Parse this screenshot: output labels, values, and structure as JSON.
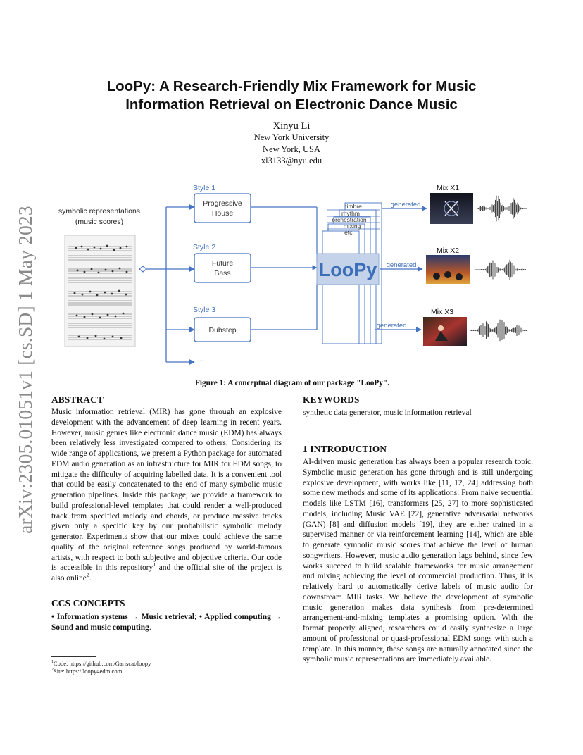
{
  "arxiv_id": "arXiv:2305.01051v1  [cs.SD]  1 May 2023",
  "title_line1": "LooPy: A Research-Friendly Mix Framework for Music",
  "title_line2": "Information Retrieval on Electronic Dance Music",
  "author": {
    "name": "Xinyu Li",
    "affiliation": "New York University",
    "location": "New York, USA",
    "email": "xl3133@nyu.edu"
  },
  "figure": {
    "input_label_line1": "symbolic representations",
    "input_label_line2": "(music scores)",
    "styles": [
      {
        "tag": "Style 1",
        "line1": "Progressive",
        "line2": "House"
      },
      {
        "tag": "Style 2",
        "line1": "Future",
        "line2": "Bass"
      },
      {
        "tag": "Style 3",
        "line1": "Dubstep",
        "line2": ""
      }
    ],
    "ellipsis": "...",
    "attributes": [
      "timbre",
      "rhythm",
      "orchestration",
      "mixing",
      "etc."
    ],
    "center_label": "LooPy",
    "arrow_label": "generated",
    "mixes": [
      "Mix X1",
      "Mix X2",
      "Mix X3"
    ],
    "colors": {
      "accent": "#4472c4",
      "looPy_fill": "#c5d3ea",
      "looPy_text": "#3c6db7"
    }
  },
  "caption": "Figure 1: A conceptual diagram of our package \"LooPy\".",
  "abstract": {
    "heading": "ABSTRACT",
    "text_main": "Music information retrieval (MIR) has gone through an explosive development with the advancement of deep learning in recent years. However, music genres like electronic dance music (EDM) has always been relatively less investigated compared to others. Considering its wide range of applications, we present a Python package for automated EDM audio generation as an infrastructure for MIR for EDM songs, to mitigate the difficulty of acquiring labelled data. It is a convenient tool that could be easily concatenated to the end of many symbolic music generation pipelines. Inside this package, we provide a framework to build professional-level templates that could render a well-produced track from specified melody and chords, or produce massive tracks given only a specific key by our probabilistic symbolic melody generator. Experiments show that our mixes could achieve the same quality of the original reference songs produced by world-famous artists, with respect to both subjective and objective criteria. Our code is accessible in this repository",
    "fn1": "1",
    "text_mid": " and the official site of the project is also online",
    "fn2": "2",
    "text_end": "."
  },
  "ccs": {
    "heading": "CCS CONCEPTS",
    "c1": "• Information systems → Music retrieval",
    "sep": "; ",
    "c2": "• Applied computing → Sound and music computing",
    "end": "."
  },
  "footnotes": {
    "n1": "1",
    "t1": "Code: https://github.com/Gariscat/loopy",
    "n2": "2",
    "t2": "Site: https://loopy4edm.com"
  },
  "keywords": {
    "heading": "KEYWORDS",
    "text": "synthetic data generator, music information retrieval"
  },
  "introduction": {
    "heading": "1   INTRODUCTION",
    "text": "AI-driven music generation has always been a popular research topic. Symbolic music generation has gone through and is still undergoing explosive development, with works like [11, 12, 24] addressing both some new methods and some of its applications. From naive sequential models like LSTM [16], transformers [25, 27] to more sophisticated models, including Music VAE [22], generative adversarial networks (GAN) [8] and diffusion models [19], they are either trained in a supervised manner or via reinforcement learning [14], which are able to generate symbolic music scores that achieve the level of human songwriters. However, music audio generation lags behind, since few works succeed to build scalable frameworks for music arrangement and mixing achieving the level of commercial production. Thus, it is relatively hard to automatically derive labels of music audio for downstream MIR tasks. We believe the development of symbolic music generation makes data synthesis from pre-determined arrangement-and-mixing templates a promising option. With the format properly aligned, researchers could easily synthesize a large amount of professional or quasi-professional EDM songs with such a template. In this manner, these songs are naturally annotated since the symbolic music representations are immediately available."
  }
}
